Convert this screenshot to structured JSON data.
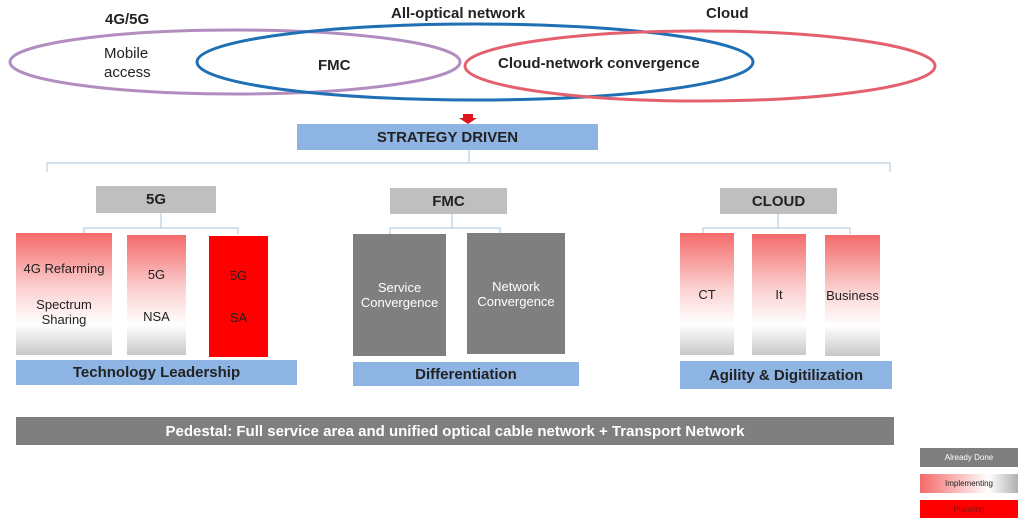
{
  "top": {
    "label_4g5g": "4G/5G",
    "label_optical": "All-optical network",
    "label_cloud": "Cloud",
    "mobile_access": "Mobile access",
    "fmc": "FMC",
    "cloud_network": "Cloud-network convergence",
    "colors": {
      "mobile": "#b28dc0",
      "optical": "#1f6fb5",
      "cloud": "#e5606f"
    }
  },
  "strategy": "STRATEGY DRIVEN",
  "pillars": {
    "fiveg": {
      "title": "5G",
      "items": [
        {
          "l1": "4G Refarming",
          "l2": "Spectrum Sharing"
        },
        {
          "l1": "5G",
          "l2": "NSA"
        },
        {
          "l1": "5G",
          "l2": "SA"
        }
      ],
      "footer": "Technology Leadership"
    },
    "fmc": {
      "title": "FMC",
      "items": [
        "Service Convergence",
        "Network Convergence"
      ],
      "footer": "Differentiation"
    },
    "cloud": {
      "title": "CLOUD",
      "items": [
        "CT",
        "It",
        "Business"
      ],
      "footer": "Agility & Digitilization"
    }
  },
  "pedestal": "Pedestal: Full service area and unified optical cable network + Transport Network",
  "legend": {
    "done": "Already Done",
    "implementing": "Implementing",
    "planning": "Planning"
  }
}
